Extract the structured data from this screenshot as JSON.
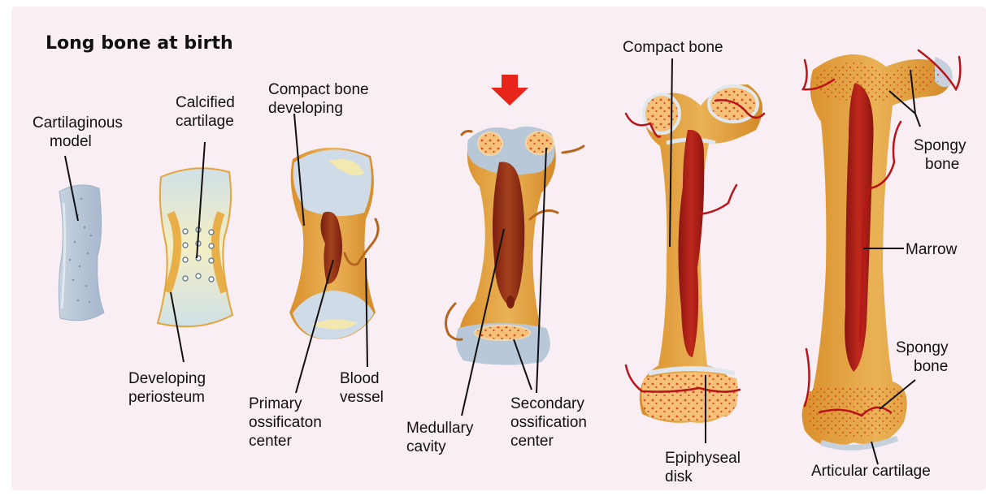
{
  "title": "Long bone at birth",
  "labels": {
    "cartilaginous_model": [
      "Cartilaginous",
      "model"
    ],
    "calcified_cartilage": [
      "Calcified",
      "cartilage"
    ],
    "developing_periosteum": [
      "Developing",
      "periosteum"
    ],
    "compact_bone_developing": [
      "Compact bone",
      "developing"
    ],
    "primary_ossification_center": [
      "Primary",
      "ossificaton",
      "center"
    ],
    "blood_vessel": [
      "Blood",
      "vessel"
    ],
    "medullary_cavity": [
      "Medullary",
      "cavity"
    ],
    "secondary_ossification_center": [
      "Secondary",
      "ossification",
      "center"
    ],
    "compact_bone": [
      "Compact bone"
    ],
    "epiphyseal_disk": [
      "Epiphyseal",
      "disk"
    ],
    "spongy_bone_top": [
      "Spongy",
      "bone"
    ],
    "marrow": [
      "Marrow"
    ],
    "spongy_bone_bottom": [
      "Spongy",
      "bone"
    ],
    "articular_cartilage": [
      "Articular cartilage"
    ]
  },
  "colors": {
    "background": "#f8eef3",
    "bone_orange": "#e9a93c",
    "cartilage_blue": "#b9c8d8",
    "marrow_red": "#a8241e",
    "arrow_red": "#e8251b"
  }
}
